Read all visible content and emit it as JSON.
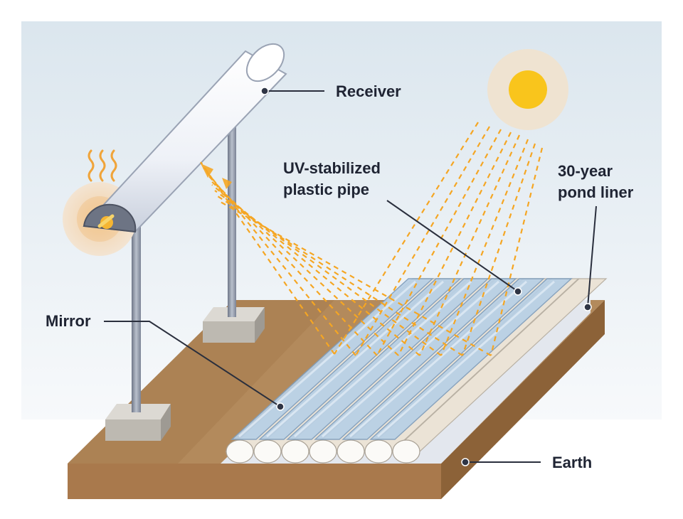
{
  "labels": {
    "receiver": "Receiver",
    "uv_pipe_line1": "UV-stabilized",
    "uv_pipe_line2": "plastic pipe",
    "pond_liner_line1": "30-year",
    "pond_liner_line2": "pond liner",
    "mirror": "Mirror",
    "earth": "Earth"
  },
  "colors": {
    "sky_top": "#dde8f0",
    "earth": "#b0855a",
    "earth_dark": "#8c6238",
    "sun": "#f9c51c",
    "sun_halo": "#efe2cf",
    "ray": "#f5a623",
    "receiver": "#f4f6fb",
    "pole": "#8f97a8",
    "mirror": "#b7cde3",
    "liner": "#e4e7ee",
    "pipe": "#ebe3d6"
  },
  "icons": [
    "sun-icon",
    "heat-waves-icon"
  ]
}
